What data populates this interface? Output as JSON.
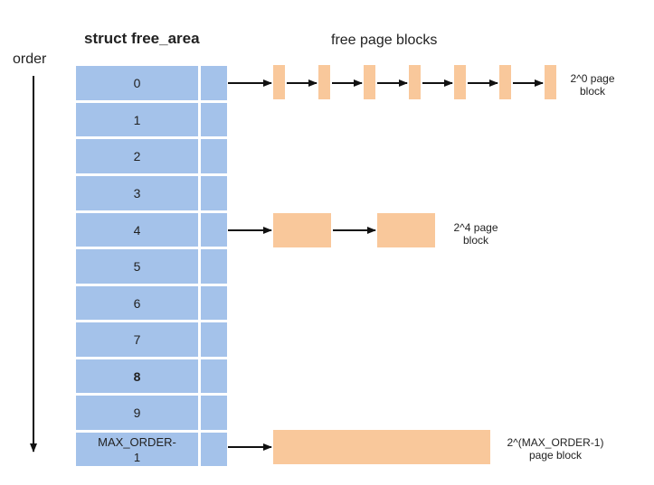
{
  "diagram": {
    "title": "struct free_area",
    "subtitle": "free page blocks",
    "order_label": "order",
    "orders": [
      {
        "label": "0"
      },
      {
        "label": "1"
      },
      {
        "label": "2"
      },
      {
        "label": "3"
      },
      {
        "label": "4"
      },
      {
        "label": "5"
      },
      {
        "label": "6"
      },
      {
        "label": "7"
      },
      {
        "label": "8",
        "bold": true
      },
      {
        "label": "9"
      },
      {
        "label_line1": "MAX_ORDER-",
        "label_line2": "1"
      }
    ],
    "annotations": {
      "order0": {
        "line1": "2^0 page",
        "line2": "block"
      },
      "order4": {
        "line1": "2^4 page",
        "line2": "block"
      },
      "max": {
        "line1": "2^(MAX_ORDER-1)",
        "line2": "page block"
      }
    },
    "colors": {
      "free_area_cell": "#a4c2ea",
      "page_block": "#f9c89b",
      "arrow": "#111111"
    }
  }
}
